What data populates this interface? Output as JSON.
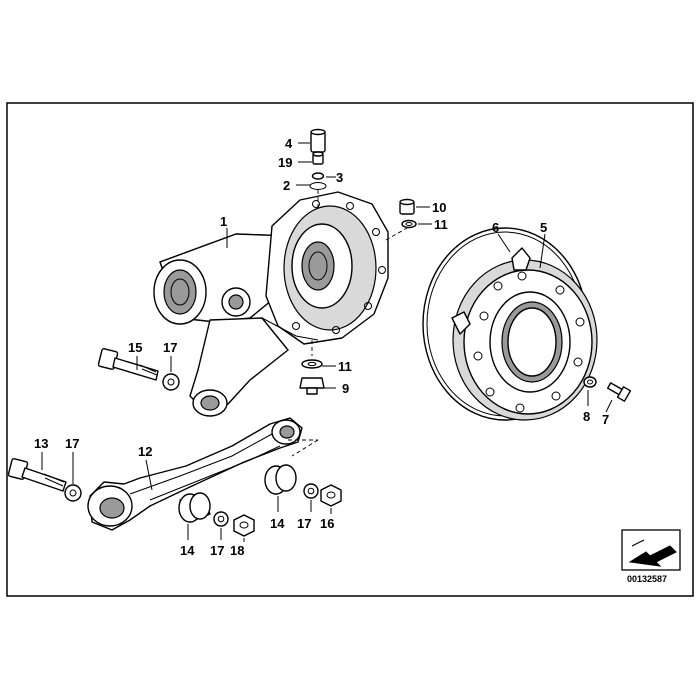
{
  "diagram_code": "00132587",
  "callouts": [
    {
      "id": "c1",
      "label": "1"
    },
    {
      "id": "c2",
      "label": "2"
    },
    {
      "id": "c3",
      "label": "3"
    },
    {
      "id": "c4",
      "label": "4"
    },
    {
      "id": "c5",
      "label": "5"
    },
    {
      "id": "c6",
      "label": "6"
    },
    {
      "id": "c7",
      "label": "7"
    },
    {
      "id": "c8",
      "label": "8"
    },
    {
      "id": "c9",
      "label": "9"
    },
    {
      "id": "c10",
      "label": "10"
    },
    {
      "id": "c11a",
      "label": "11"
    },
    {
      "id": "c11b",
      "label": "11"
    },
    {
      "id": "c12",
      "label": "12"
    },
    {
      "id": "c13",
      "label": "13"
    },
    {
      "id": "c14a",
      "label": "14"
    },
    {
      "id": "c14b",
      "label": "14"
    },
    {
      "id": "c15",
      "label": "15"
    },
    {
      "id": "c16",
      "label": "16"
    },
    {
      "id": "c17a",
      "label": "17"
    },
    {
      "id": "c17b",
      "label": "17"
    },
    {
      "id": "c17c",
      "label": "17"
    },
    {
      "id": "c17d",
      "label": "17"
    },
    {
      "id": "c18",
      "label": "18"
    },
    {
      "id": "c19",
      "label": "19"
    }
  ]
}
